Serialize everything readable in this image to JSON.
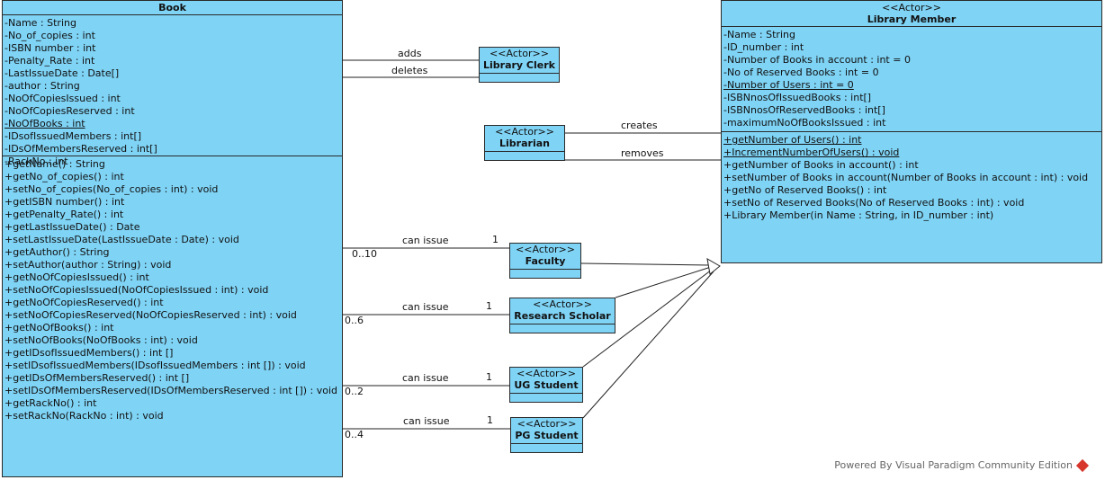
{
  "book": {
    "name": "Book",
    "attributes": [
      {
        "text": "-Name : String",
        "underline": false
      },
      {
        "text": "-No_of_copies : int",
        "underline": false
      },
      {
        "text": "-ISBN number : int",
        "underline": false
      },
      {
        "text": "-Penalty_Rate : int",
        "underline": false
      },
      {
        "text": "-LastIssueDate : Date[]",
        "underline": false
      },
      {
        "text": "-author : String",
        "underline": false
      },
      {
        "text": "-NoOfCopiesIssued : int",
        "underline": false
      },
      {
        "text": "-NoOfCopiesReserved : int",
        "underline": false
      },
      {
        "text": "-NoOfBooks : int",
        "underline": true
      },
      {
        "text": "-IDsofIssuedMembers : int[]",
        "underline": false
      },
      {
        "text": "-IDsOfMembersReserved : int[]",
        "underline": false
      },
      {
        "text": "-RackNo : int",
        "underline": false
      }
    ],
    "operations": [
      {
        "text": "+getName() : String",
        "underline": false
      },
      {
        "text": "+getNo_of_copies() : int",
        "underline": false
      },
      {
        "text": "+setNo_of_copies(No_of_copies : int) : void",
        "underline": false
      },
      {
        "text": "+getISBN number() : int",
        "underline": false
      },
      {
        "text": "+getPenalty_Rate() : int",
        "underline": false
      },
      {
        "text": "+getLastIssueDate() : Date",
        "underline": false
      },
      {
        "text": "+setLastIssueDate(LastIssueDate : Date) : void",
        "underline": false
      },
      {
        "text": "+getAuthor() : String",
        "underline": false
      },
      {
        "text": "+setAuthor(author : String) : void",
        "underline": false
      },
      {
        "text": "+getNoOfCopiesIssued() : int",
        "underline": false
      },
      {
        "text": "+setNoOfCopiesIssued(NoOfCopiesIssued : int) : void",
        "underline": false
      },
      {
        "text": "+getNoOfCopiesReserved() : int",
        "underline": false
      },
      {
        "text": "+setNoOfCopiesReserved(NoOfCopiesReserved : int) : void",
        "underline": false
      },
      {
        "text": "+getNoOfBooks() : int",
        "underline": false
      },
      {
        "text": "+setNoOfBooks(NoOfBooks : int) : void",
        "underline": false
      },
      {
        "text": "+getIDsofIssuedMembers() : int []",
        "underline": false
      },
      {
        "text": "+setIDsofIssuedMembers(IDsofIssuedMembers : int []) : void",
        "underline": false
      },
      {
        "text": "+getIDsOfMembersReserved() : int []",
        "underline": false
      },
      {
        "text": "+setIDsOfMembersReserved(IDsOfMembersReserved : int []) : void",
        "underline": false
      },
      {
        "text": "+getRackNo() : int",
        "underline": false
      },
      {
        "text": "+setRackNo(RackNo : int) : void",
        "underline": false
      }
    ]
  },
  "member": {
    "stereotype": "<<Actor>>",
    "name": "Library Member",
    "attributes": [
      {
        "text": "-Name : String",
        "underline": false
      },
      {
        "text": "-ID_number : int",
        "underline": false
      },
      {
        "text": "-Number of Books in account : int = 0",
        "underline": false
      },
      {
        "text": "-No of Reserved Books : int = 0",
        "underline": false
      },
      {
        "text": "-Number of Users : int = 0",
        "underline": true
      },
      {
        "text": "-ISBNnosOfIssuedBooks : int[]",
        "underline": false
      },
      {
        "text": "-ISBNnosOfReservedBooks : int[]",
        "underline": false
      },
      {
        "text": "-maximumNoOfBooksIssued : int",
        "underline": false
      }
    ],
    "operations": [
      {
        "text": "+getNumber of Users() : int",
        "underline": true
      },
      {
        "text": "+IncrementNumberOfUsers() : void",
        "underline": true
      },
      {
        "text": "+getNumber of Books in account() : int",
        "underline": false
      },
      {
        "text": "+setNumber of Books in account(Number of Books in account : int) : void",
        "underline": false
      },
      {
        "text": "+getNo of Reserved Books() : int",
        "underline": false
      },
      {
        "text": "+setNo of Reserved Books(No of Reserved Books : int) : void",
        "underline": false
      },
      {
        "text": "+Library Member(in Name : String, in ID_number : int)",
        "underline": false
      }
    ]
  },
  "actors": {
    "clerk": {
      "stereotype": "<<Actor>>",
      "name": "Library Clerk"
    },
    "librarian": {
      "stereotype": "<<Actor>>",
      "name": "Librarian"
    },
    "faculty": {
      "stereotype": "<<Actor>>",
      "name": "Faculty"
    },
    "scholar": {
      "stereotype": "<<Actor>>",
      "name": "Research Scholar"
    },
    "ug": {
      "stereotype": "<<Actor>>",
      "name": "UG Student"
    },
    "pg": {
      "stereotype": "<<Actor>>",
      "name": "PG Student"
    }
  },
  "labels": {
    "adds": "adds",
    "deletes": "deletes",
    "creates": "creates",
    "removes": "removes",
    "can_issue_faculty": "can issue",
    "can_issue_scholar": "can issue",
    "can_issue_ug": "can issue",
    "can_issue_pg": "can issue",
    "mult_faculty_book": "0..10",
    "mult_faculty_actor": "1",
    "mult_scholar_book": "0..6",
    "mult_scholar_actor": "1",
    "mult_ug_book": "0..2",
    "mult_ug_actor": "1",
    "mult_pg_book": "0..4",
    "mult_pg_actor": "1"
  },
  "footer": "Powered By Visual Paradigm Community Edition",
  "colors": {
    "class_fill": "#7fd3f5",
    "border": "#2a2a2a"
  }
}
